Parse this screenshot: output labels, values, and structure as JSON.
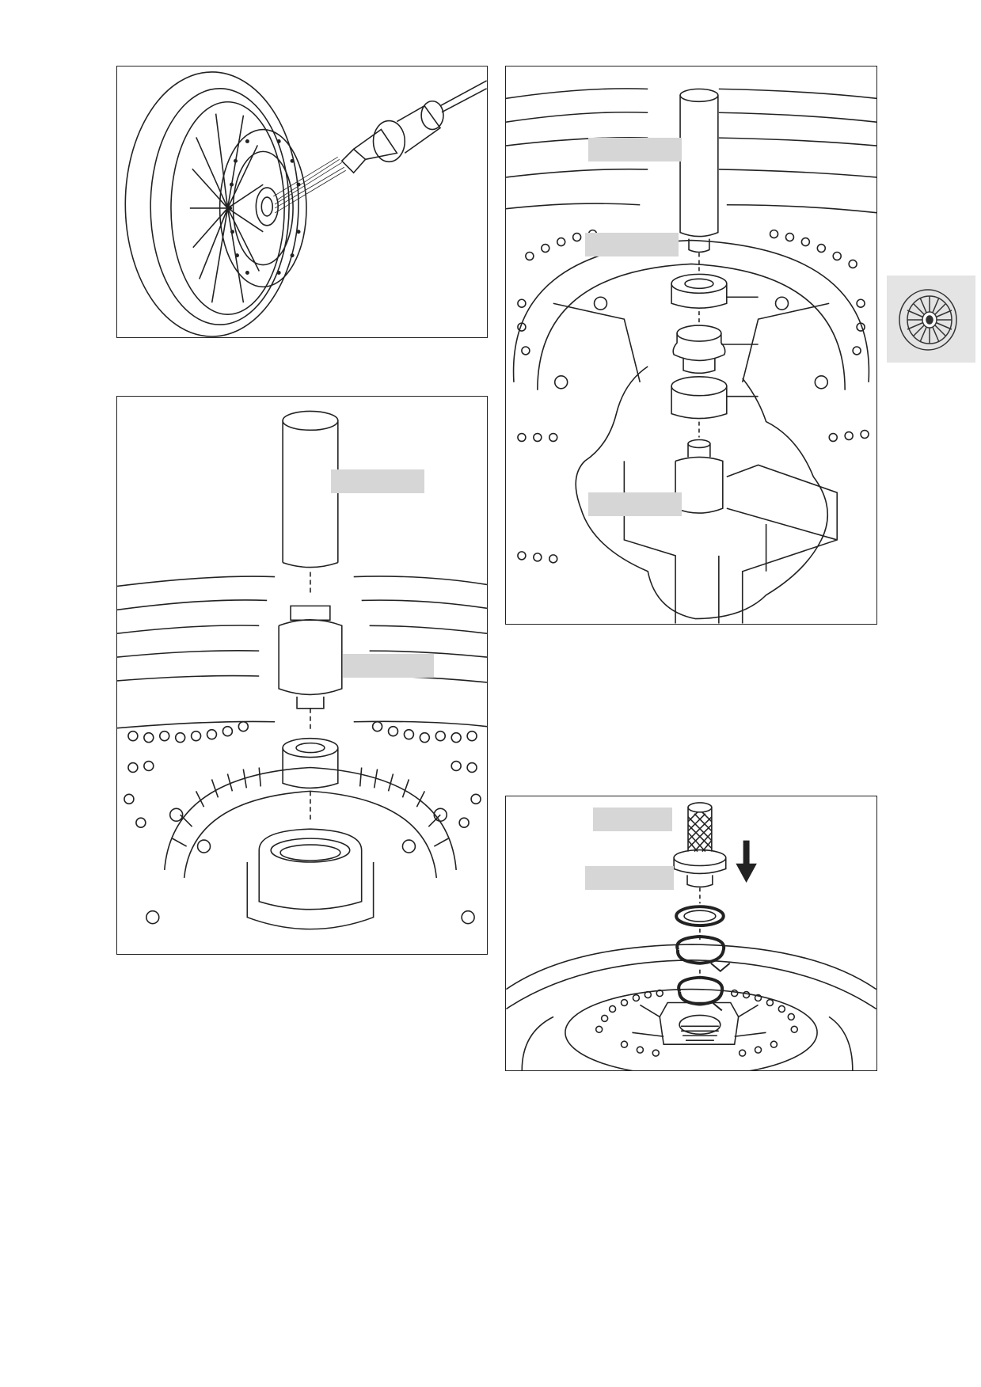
{
  "document": {
    "figures": [
      {
        "id": "fig-heat-hub"
      },
      {
        "id": "fig-press-bearing-out"
      },
      {
        "id": "fig-drift-bearing-in"
      },
      {
        "id": "fig-install-circlip"
      }
    ],
    "section_tab": {
      "icon": "wheel-icon"
    },
    "colors": {
      "line": "#222222",
      "label_box": "#d6d6d6",
      "tab_bg": "#e4e4e4"
    }
  }
}
